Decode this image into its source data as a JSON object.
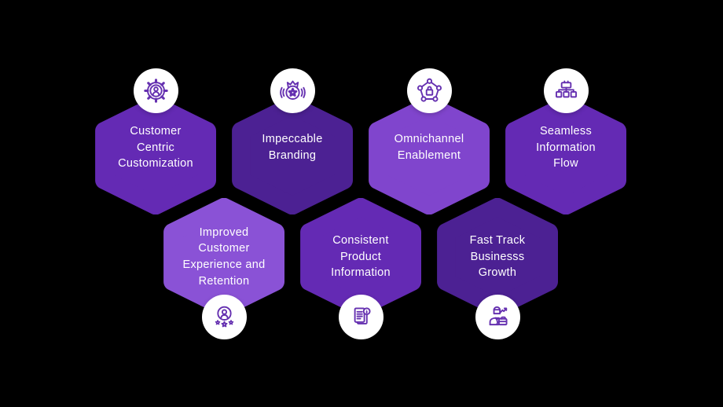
{
  "canvas": {
    "background_color": "#000000"
  },
  "styles": {
    "text_color": "#ffffff",
    "icon_stroke_color": "#6530b0",
    "icon_circle_fill": "#ffffff"
  },
  "hexagons": [
    {
      "id": "customer-centric-customization",
      "label": "Customer\nCentric\nCustomization",
      "color": "#642ab4",
      "icon": "gear-user-icon",
      "icon_position": "top"
    },
    {
      "id": "impeccable-branding",
      "label": "Impeccable\nBranding",
      "color": "#4c2193",
      "icon": "brand-badge-icon",
      "icon_position": "top"
    },
    {
      "id": "omnichannel-enablement",
      "label": "Omnichannel\nEnablement",
      "color": "#8045cd",
      "icon": "pentagon-lock-icon",
      "icon_position": "top"
    },
    {
      "id": "seamless-information-flow",
      "label": "Seamless\nInformation\nFlow",
      "color": "#642ab4",
      "icon": "sitemap-icon",
      "icon_position": "top"
    },
    {
      "id": "improved-customer-experience-and-retention",
      "label": "Improved\nCustomer\nExperience and\nRetention",
      "color": "#8a52d6",
      "icon": "customer-stars-icon",
      "icon_position": "bottom"
    },
    {
      "id": "consistent-product-information",
      "label": "Consistent\nProduct\nInformation",
      "color": "#642ab4",
      "icon": "document-info-icon",
      "icon_position": "bottom"
    },
    {
      "id": "fast-track-business-growth",
      "label": "Fast Track\nBusinesss\nGrowth",
      "color": "#4c2193",
      "icon": "businessman-growth-icon",
      "icon_position": "bottom"
    }
  ]
}
